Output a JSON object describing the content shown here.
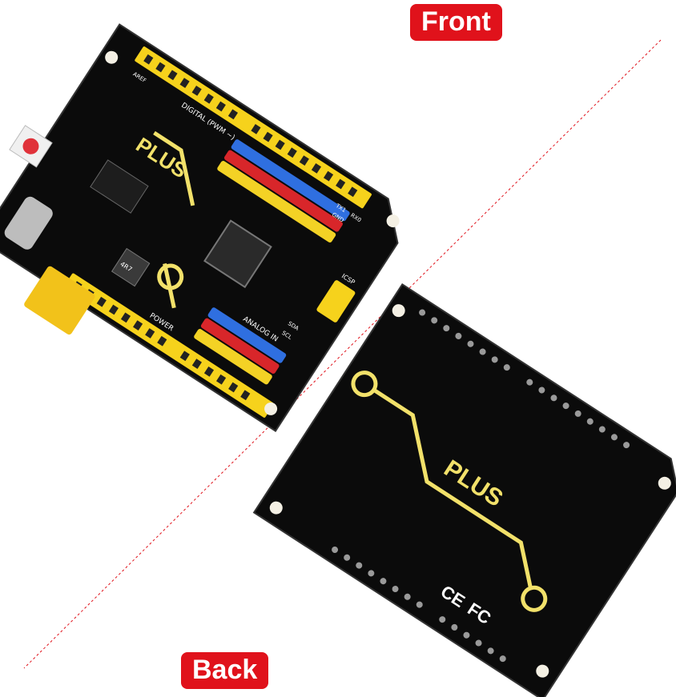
{
  "labels": {
    "front": "Front",
    "back": "Back"
  },
  "front_board": {
    "brand": "PLUS",
    "silk": {
      "digital": "DIGITAL (PWM ~)",
      "analog": "ANALOG IN",
      "power": "POWER",
      "icsp": "ICSP",
      "inductor": "4R7",
      "gnd": "GND",
      "aref": "AREF",
      "rx": "RX0",
      "tx": "TX1",
      "sda": "SDA",
      "scl": "SCL"
    }
  },
  "back_board": {
    "brand": "PLUS",
    "ce": "CE",
    "fc": "FC"
  },
  "colors": {
    "label_bg": "#e0121b",
    "board": "#0b0b0b",
    "header": "#f6d21c",
    "trace": "#f2e16a",
    "pin_blue": "#2f6fe0",
    "pin_red": "#d8262a",
    "pin_yellow": "#f3d225"
  }
}
